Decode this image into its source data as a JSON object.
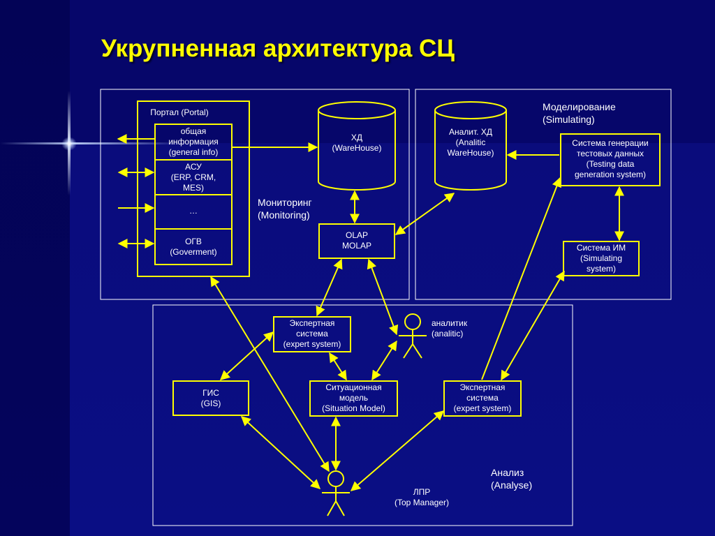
{
  "title": "Укрупненная архитектура СЦ",
  "colors": {
    "line": "#ffff00",
    "text": "#ffffff",
    "title": "#ffff00",
    "background": "#06066a"
  },
  "portal": {
    "label": "Портал (Portal)",
    "cells": [
      [
        "общая",
        "информация",
        "(general info)"
      ],
      [
        "АСУ",
        "(ERP, CRM,",
        "MES)"
      ],
      [
        "…"
      ],
      [
        "ОГВ",
        "(Goverment)"
      ]
    ]
  },
  "warehouse": [
    "ХД",
    "(WareHouse)"
  ],
  "olap": [
    "OLAP",
    "MOLAP"
  ],
  "monitoring": [
    "Мониторинг",
    "(Monitoring)"
  ],
  "analytic_warehouse": [
    "Аналит. ХД",
    "(Analitic",
    "WareHouse)"
  ],
  "simulating": [
    "Моделирование",
    "(Simulating)"
  ],
  "test_data_system": [
    "Система генерации",
    "тестовых данных",
    "(Testing data",
    "generation system)"
  ],
  "im_system": [
    "Система ИМ",
    "(Simulating",
    "system)"
  ],
  "expert_system_1": [
    "Экспертная",
    "система",
    "(expert system)"
  ],
  "analyst": [
    "аналитик",
    "(analitic)"
  ],
  "gis": [
    "ГИС",
    "(GIS)"
  ],
  "situation_model": [
    "Ситуационная",
    "модель",
    "(Situation Model)"
  ],
  "expert_system_2": [
    "Экспертная",
    "система",
    "(expert system)"
  ],
  "analysis": [
    "Анализ",
    "(Analyse)"
  ],
  "top_manager": [
    "ЛПР",
    "(Top Manager)"
  ]
}
